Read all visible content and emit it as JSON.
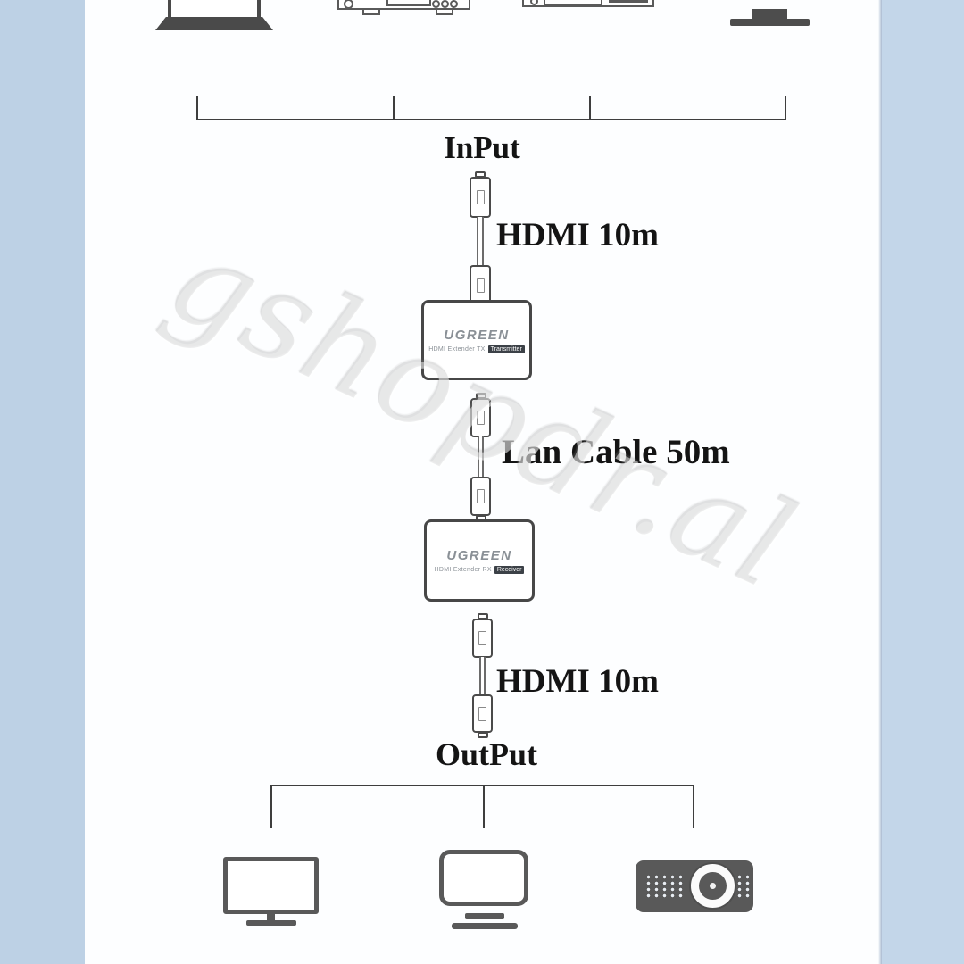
{
  "page": {
    "left_margin_color": "#bdd1e5",
    "right_margin_color": "#c3d6e9",
    "panel_color": "#fdfeff",
    "line_color": "#3e3e3e",
    "device_icon_color": "#595959",
    "badge_background_color": "#3c4147"
  },
  "watermark": {
    "text": "gshopdr.al"
  },
  "diagram": {
    "input": {
      "label": "InPut",
      "devices": [
        "laptop",
        "dvd-player",
        "set-top-box",
        "game-console"
      ]
    },
    "cable_top": {
      "label": "HDMI 10m"
    },
    "transmitter": {
      "brand": "UGREEN",
      "model": "HDMI Extender TX",
      "badge": "Transmitter"
    },
    "cable_middle": {
      "label": "Lan Cable 50m"
    },
    "receiver": {
      "brand": "UGREEN",
      "model": "HDMI Extender RX",
      "badge": "Receiver"
    },
    "cable_bottom": {
      "label": "HDMI 10m"
    },
    "output": {
      "label": "OutPut",
      "devices": [
        "tv",
        "monitor",
        "projector"
      ]
    }
  }
}
